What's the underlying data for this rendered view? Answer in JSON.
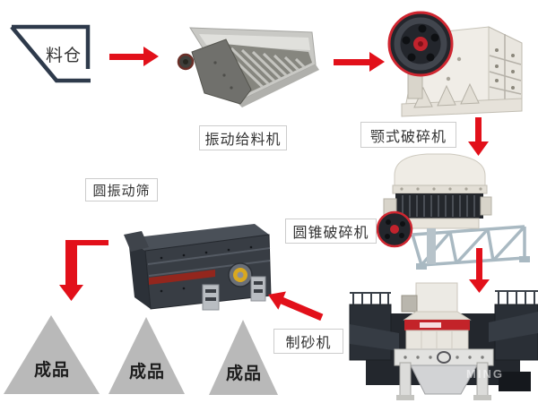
{
  "page": {
    "background": "#ffffff"
  },
  "colors": {
    "arrow": "#e2101a",
    "triangle_fill": "#b9b9b9",
    "hopper_outline": "#2e3a4b",
    "label_border": "#cccccc",
    "label_text": "#333333",
    "product_text": "#1d1d1d"
  },
  "nodes": {
    "hopper": {
      "label": "料仓"
    },
    "vibrating_feeder": {
      "label": "振动给料机"
    },
    "jaw_crusher": {
      "label": "颚式破碎机"
    },
    "cone_crusher": {
      "label": "圆锥破碎机"
    },
    "circular_vibrating_screen": {
      "label": "圆振动筛"
    },
    "sand_maker": {
      "label": "制砂机"
    },
    "products": [
      {
        "label": "成品"
      },
      {
        "label": "成品"
      },
      {
        "label": "成品"
      }
    ]
  },
  "watermark": "MING"
}
